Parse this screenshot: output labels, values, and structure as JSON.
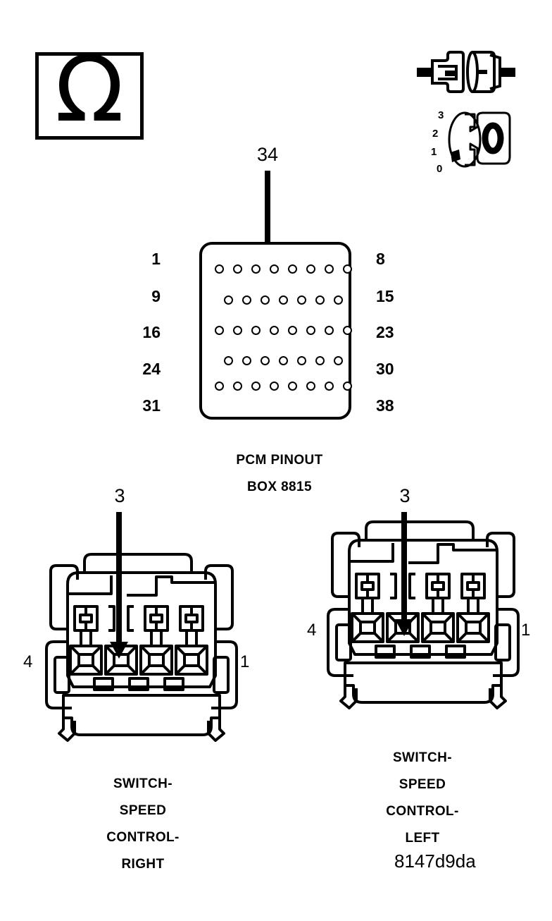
{
  "page": {
    "drawing_code": "8147d9da",
    "background": "#ffffff",
    "ink": "#000000"
  },
  "icons": {
    "ohmmeter": {
      "name": "ohmmeter-icon",
      "glyph": "Ω",
      "meaning": "measure resistance in ohms"
    },
    "disconnect_connector": {
      "name": "disconnect-connector-icon",
      "meaning": "disconnect the connector"
    },
    "ignition_key": {
      "name": "ignition-key-icon",
      "meaning": "ignition switch position",
      "positions": [
        "3",
        "2",
        "1",
        "0"
      ],
      "key_glyph": "0"
    }
  },
  "pcm": {
    "caption_line1": "PCM PINOUT",
    "caption_line2": "BOX 8815",
    "callout": "34",
    "callout_target_pin": 34,
    "left_numbers": [
      "1",
      "9",
      "16",
      "24",
      "31"
    ],
    "right_numbers": [
      "8",
      "15",
      "23",
      "30",
      "38"
    ],
    "rows": [
      {
        "start": 1,
        "end": 8,
        "count": 8,
        "offset": false
      },
      {
        "start": 9,
        "end": 15,
        "count": 7,
        "offset": true
      },
      {
        "start": 16,
        "end": 23,
        "count": 8,
        "offset": false
      },
      {
        "start": 24,
        "end": 30,
        "count": 7,
        "offset": true
      },
      {
        "start": 31,
        "end": 38,
        "count": 8,
        "offset": false
      }
    ]
  },
  "connector_left": {
    "name": "switch-speed-control-right",
    "caption_lines": [
      "SWITCH-",
      "SPEED",
      "CONTROL-",
      "RIGHT"
    ],
    "callout": "3",
    "callout_target_cavity": 3,
    "cavity_count": 4,
    "left_number": "4",
    "right_number": "1"
  },
  "connector_right": {
    "name": "switch-speed-control-left",
    "caption_lines": [
      "SWITCH-",
      "SPEED",
      "CONTROL-",
      "LEFT"
    ],
    "callout": "3",
    "callout_target_cavity": 3,
    "cavity_count": 4,
    "left_number": "4",
    "right_number": "1"
  }
}
